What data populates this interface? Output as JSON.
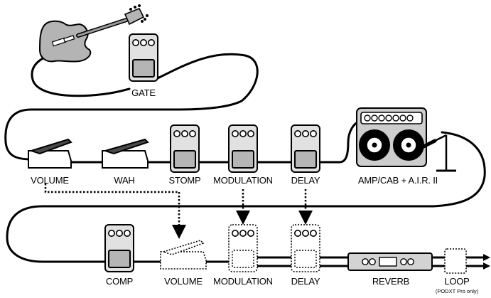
{
  "labels": {
    "gate": "GATE",
    "volume_top": "VOLUME",
    "wah": "WAH",
    "stomp": "STOMP",
    "modulation_top": "MODULATION",
    "delay_top": "DELAY",
    "amp": "AMP/CAB + A.I.R. II",
    "comp": "COMP",
    "volume_bottom": "VOLUME",
    "modulation_bottom": "MODULATION",
    "delay_bottom": "DELAY",
    "reverb": "REVERB",
    "loop": "LOOP",
    "loop_note": "(PODXT Pro only)"
  },
  "colors": {
    "pedal_body": "#e1e1e1",
    "pedal_pad": "#b5b5b5",
    "guitar": "#b4b4b4"
  }
}
